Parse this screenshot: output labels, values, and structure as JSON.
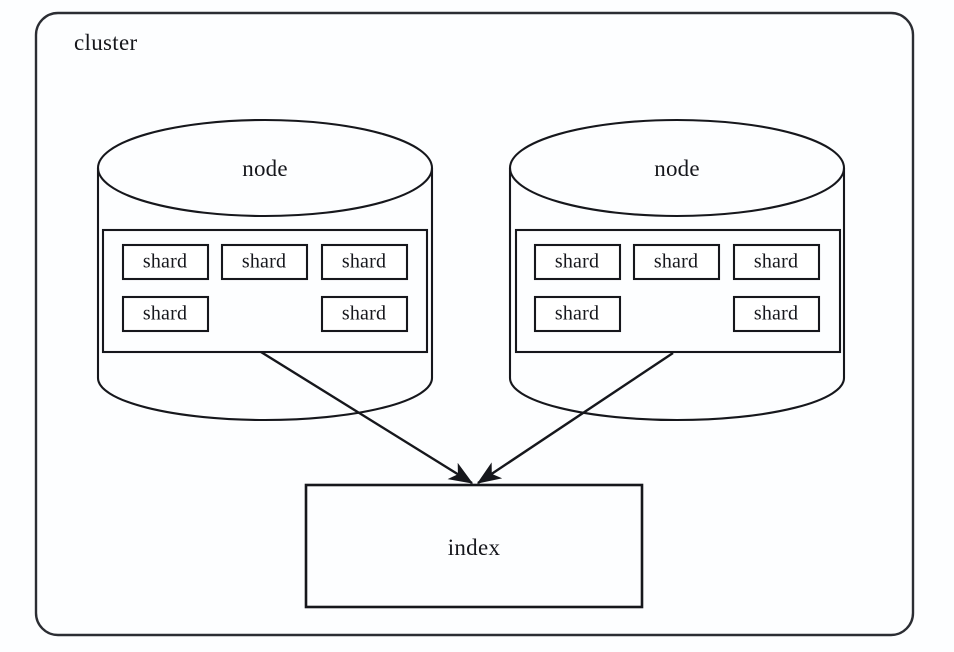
{
  "diagram": {
    "title": "cluster",
    "type": "architecture-diagram",
    "background_color": "#fdfeff",
    "stroke_color": "#16171c",
    "cluster": {
      "label": "cluster"
    },
    "index": {
      "label": "index"
    },
    "nodes": [
      {
        "label": "node",
        "position": "left",
        "shards": [
          {
            "label": "shard",
            "row": 1,
            "column": 1
          },
          {
            "label": "shard",
            "row": 1,
            "column": 2
          },
          {
            "label": "shard",
            "row": 1,
            "column": 3
          },
          {
            "label": "shard",
            "row": 2,
            "column": 1
          },
          {
            "label": "shard",
            "row": 2,
            "column": 3
          }
        ]
      },
      {
        "label": "node",
        "position": "right",
        "shards": [
          {
            "label": "shard",
            "row": 1,
            "column": 1
          },
          {
            "label": "shard",
            "row": 1,
            "column": 2
          },
          {
            "label": "shard",
            "row": 1,
            "column": 3
          },
          {
            "label": "shard",
            "row": 2,
            "column": 1
          },
          {
            "label": "shard",
            "row": 2,
            "column": 3
          }
        ]
      }
    ],
    "connections": [
      {
        "from": "left-node",
        "to": "index",
        "style": "arrow"
      },
      {
        "from": "right-node",
        "to": "index",
        "style": "arrow"
      }
    ]
  }
}
